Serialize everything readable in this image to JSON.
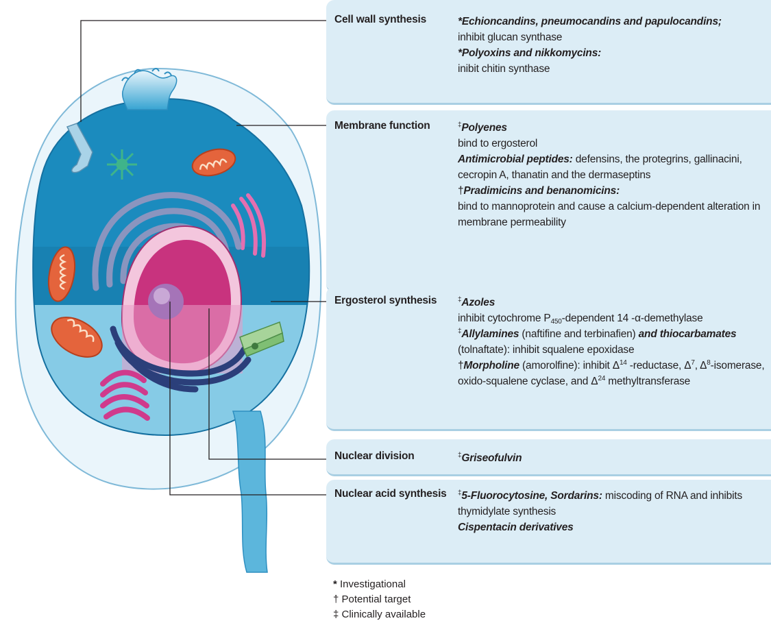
{
  "panels": {
    "cell_wall": {
      "label": "Cell wall synthesis",
      "d1": "*Echioncandins, pneumocandins and papulocandins;",
      "d2": "inhibit glucan synthase",
      "d3": "*Polyoxins and nikkomycins:",
      "d4": "inibit chitin synthase"
    },
    "membrane": {
      "label": "Membrane function",
      "polyenes_mark": "‡",
      "polyenes": "Polyenes",
      "polyenes_desc": "bind to ergosterol",
      "amp_name": "Antimicrobial peptides:",
      "amp_rest": " defensins, the protegrins, gallinacini,",
      "amp_line2": "cecropin A, thanatin and the dermaseptins",
      "prad_mark": "†",
      "prad": "Pradimicins and benanomicins:",
      "prad_desc1": "bind to mannoprotein and cause a calcium-dependent alteration in",
      "prad_desc2": "membrane permeability"
    },
    "ergosterol": {
      "label": "Ergosterol synthesis",
      "azoles_mark": "‡",
      "azoles": "Azoles",
      "azoles_a": "inhibit cytochrome P",
      "azoles_sub": "450",
      "azoles_b": "-dependent 14 -α-demethylase",
      "allyl_mark": "‡",
      "allyl": "Allylamines",
      "allyl_mid": " (naftifine and terbinafien) ",
      "allyl_thio": "and thiocarbamates",
      "allyl_line2": "(tolnaftate): inhibit squalene epoxidase",
      "morph_mark": "†",
      "morph": "Morpholine",
      "morph_a": " (amorolfine): inhibit Δ",
      "morph_sup1": "14",
      "morph_b": " -reductase, Δ",
      "morph_sup2": "7",
      "morph_c": ", Δ",
      "morph_sup3": "8",
      "morph_d": "-isomerase,",
      "morph_line2a": "oxido-squalene cyclase, and Δ",
      "morph_sup4": "24",
      "morph_line2b": " methyltransferase"
    },
    "nuclear_division": {
      "label": "Nuclear division",
      "mark": "‡",
      "drug": "Griseofulvin"
    },
    "nucleic_acid": {
      "label": "Nuclear acid synthesis",
      "mark": "‡",
      "drug": "5-Fluorocytosine, Sordarins:",
      "desc1": " miscoding of RNA and inhibits",
      "desc2": "thymidylate synthesis",
      "drug2": "Cispentacin derivatives"
    }
  },
  "legend": {
    "inv_mark": "*",
    "inv": " Investigational",
    "pot_mark": "†",
    "pot": " Potential target",
    "clin_mark": "‡",
    "clin": " Clinically available"
  },
  "colors": {
    "panel_bg": "#dcedf6",
    "cytoplasm_dark": "#1b8bbe",
    "cytoplasm_light": "#86cbe6",
    "nucleus": "#c8337e",
    "mitochondria": "#e4643c",
    "golgi": "#d03a8c",
    "er": "#8a95bf"
  }
}
